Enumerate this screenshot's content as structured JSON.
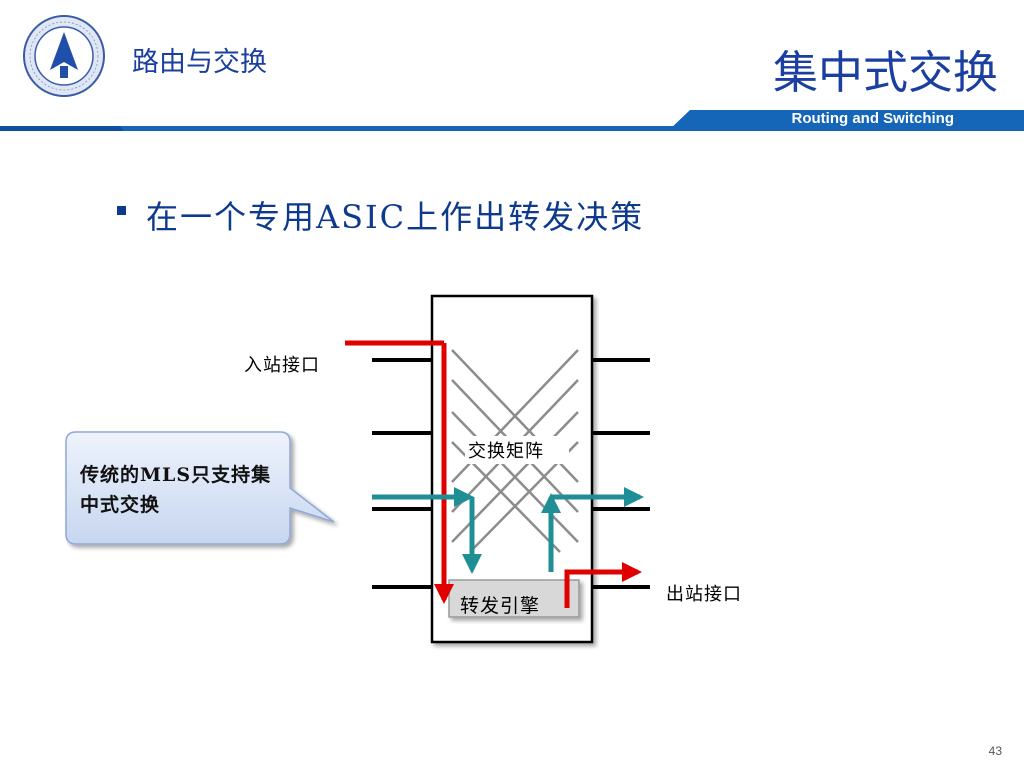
{
  "header": {
    "subtitle": "路由与交换",
    "title": "集中式交换",
    "band_text": "Routing and Switching"
  },
  "bullet": {
    "text": "在一个专用ASIC上作出转发决策"
  },
  "callout": {
    "text": "传统的MLS只支持集中式交换"
  },
  "diagram": {
    "ingress_label": "入站接口",
    "egress_label": "出站接口",
    "matrix_label": "交换矩阵",
    "engine_label": "转发引擎"
  },
  "colors": {
    "brand_blue": "#1a3fa0",
    "band_blue": "#1565b8",
    "ingress_arrow": "#e00000",
    "teal_arrow": "#1f8f95"
  },
  "page_number": "43"
}
